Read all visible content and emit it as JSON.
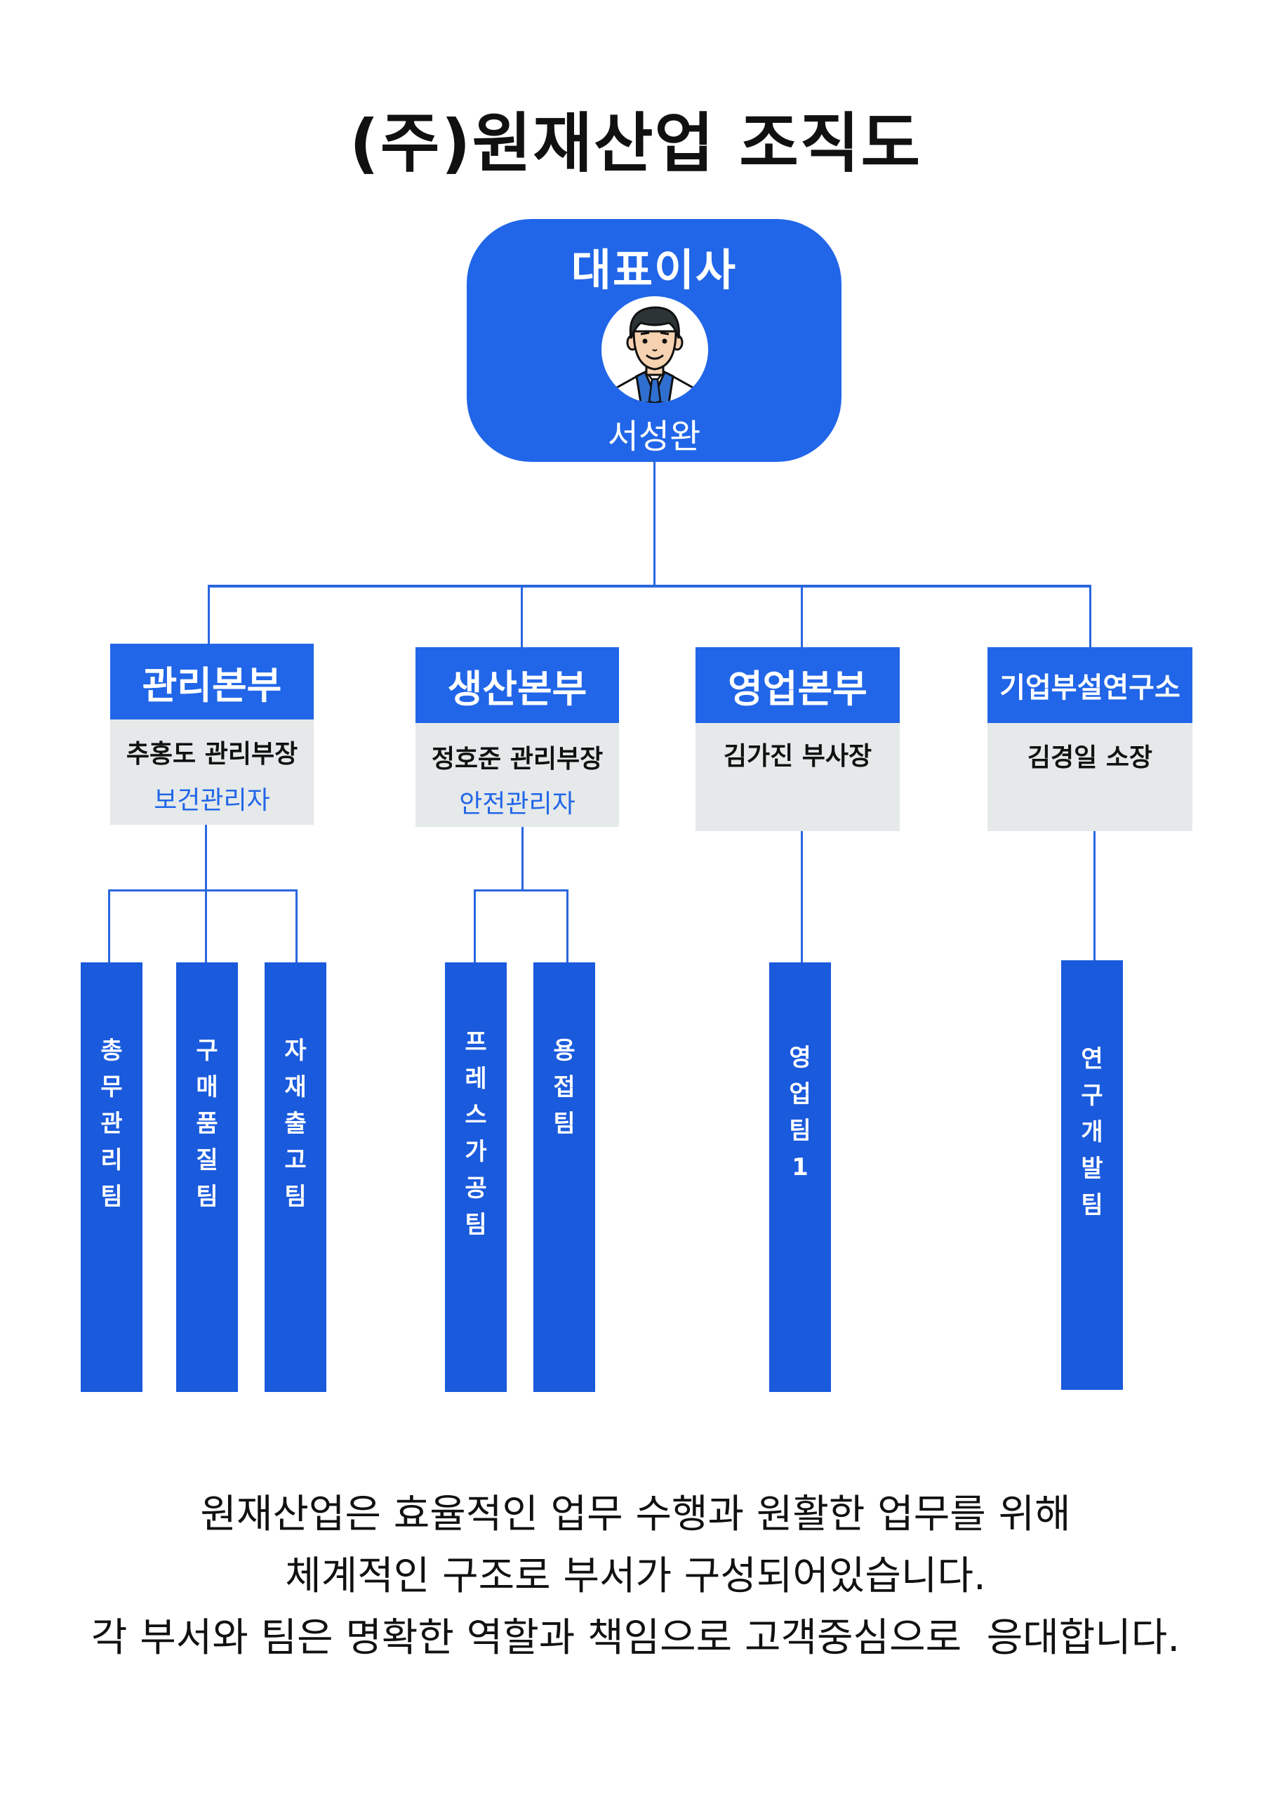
{
  "title": "(주)원재산업 조직도",
  "ceo": {
    "role": "대표이사",
    "name": "서성완",
    "avatar": "businessman-avatar-icon"
  },
  "departments": [
    {
      "name": "관리본부",
      "head": "추홍도 관리부장",
      "sub": "보건관리자",
      "teams": [
        "총무관리팀",
        "구매품질팀",
        "자재출고팀"
      ]
    },
    {
      "name": "생산본부",
      "head": "정호준 관리부장",
      "sub": "안전관리자",
      "teams": [
        "프레스가공팀",
        "용접팀"
      ]
    },
    {
      "name": "영업본부",
      "head": "김가진 부사장",
      "sub": "",
      "teams": [
        "영업팀1"
      ]
    },
    {
      "name": "기업부설연구소",
      "head": "김경일 소장",
      "sub": "",
      "teams": [
        "연구개발팀"
      ]
    }
  ],
  "description": [
    "원재산업은 효율적인 업무 수행과 원활한 업무를 위해",
    "체계적인 구조로 부서가 구성되어있습니다.",
    "각 부서와 팀은 명확한 역할과 책임으로 고객중심으로  응대합니다."
  ],
  "colors": {
    "primary": "#2166e8",
    "team": "#1a5adc",
    "panel": "#e5e9ea"
  }
}
